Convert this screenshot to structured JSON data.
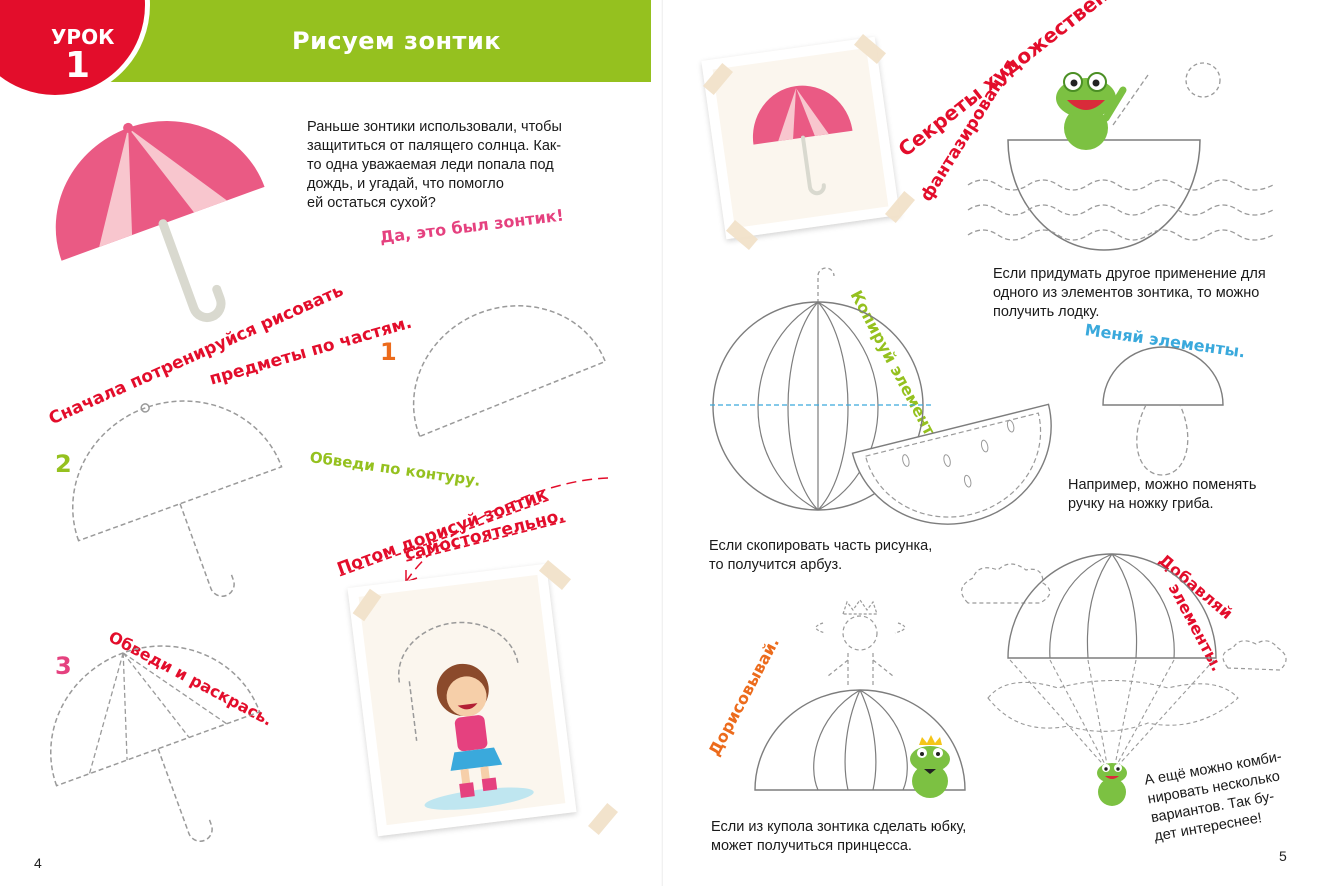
{
  "colors": {
    "green": "#95c11f",
    "red": "#e30d2b",
    "pink": "#e5417f",
    "orange": "#ec6b1c",
    "blue": "#3aa9dc",
    "umbrella_dark": "#ea5a84",
    "umbrella_light": "#f8c6ce"
  },
  "left_page": {
    "lesson_label": "УРОК",
    "lesson_number": "1",
    "title": "Рисуем зонтик",
    "intro_text": "Раньше зонтики использовали, чтобы\nзащититься от палящего солнца. Как-\nто одна уважаемая леди попала под\nдождь, и угадай, что помогло\nей остаться сухой?",
    "answer": "Да, это был зонтик!",
    "practice_line1": "Сначала потренируйся рисовать",
    "practice_line2": "предметы по частям.",
    "step1": "1",
    "step2": "2",
    "step3": "3",
    "trace_caption": "Обведи по контуру.",
    "draw_line1": "Потом дорисуй зонтик",
    "draw_line2": "самостоятельно.",
    "color_caption": "Обведи и раскрась.",
    "page_number": "4"
  },
  "right_page": {
    "secrets_line1": "Секреты художественного",
    "secrets_line2": "фантазирования",
    "boat_text": "Если придумать другое применение для\nодного из элементов зонтика, то можно\nполучить лодку.",
    "copy_caption": "Копируй элементы.",
    "change_caption": "Меняй элементы.",
    "watermelon_text": "Если скопировать часть рисунка,\nто получится арбуз.",
    "mushroom_text": "Например, можно поменять\nручку на ножку гриба.",
    "add_caption_line1": "Добавляй",
    "add_caption_line2": "элементы.",
    "finish_caption": "Дорисовывай.",
    "princess_text": "Если из купола зонтика сделать юбку,\nможет получиться принцесса.",
    "combine_text": "А ещё можно комби-\nнировать несколько\nвариантов. Так бу-\nдет интереснее!",
    "page_number": "5"
  }
}
